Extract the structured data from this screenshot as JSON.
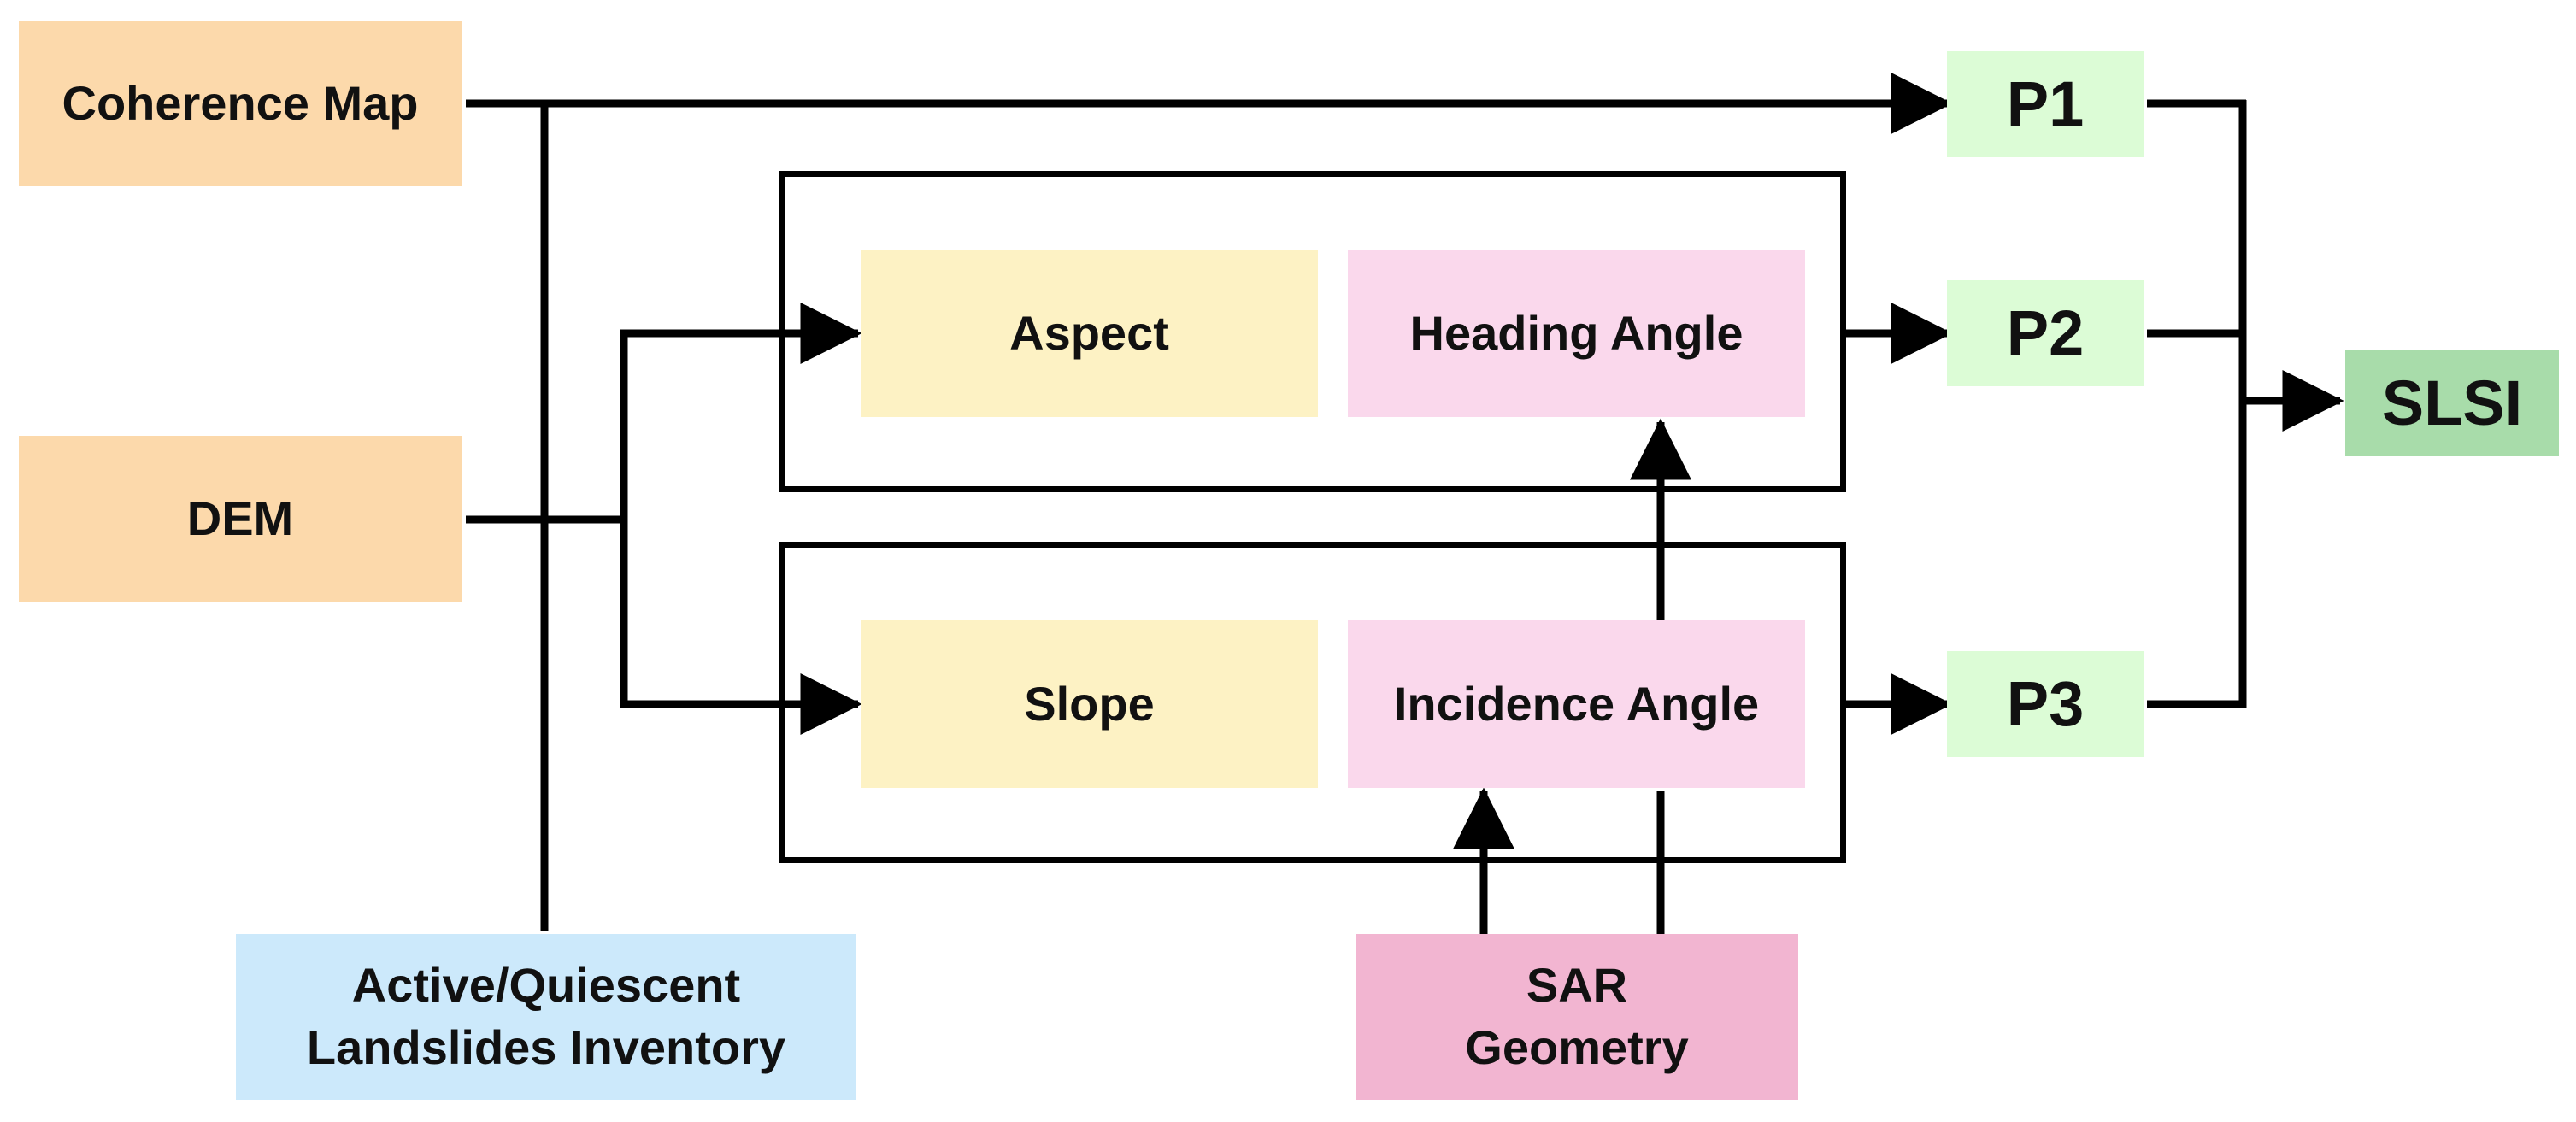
{
  "nodes": {
    "coherence_map": {
      "label": "Coherence Map",
      "color": "#fcd9ab"
    },
    "dem": {
      "label": "DEM",
      "color": "#fcd9ab"
    },
    "inventory": {
      "lines": [
        "Active/Quiescent",
        "Landslides Inventory"
      ],
      "color": "#cce9fb"
    },
    "aspect": {
      "label": "Aspect",
      "color": "#fdf2c4"
    },
    "slope": {
      "label": "Slope",
      "color": "#fdf2c4"
    },
    "heading_angle": {
      "label": "Heading Angle",
      "color": "#fad8ec"
    },
    "incidence_angle": {
      "label": "Incidence Angle",
      "color": "#fad8ec"
    },
    "sar_geometry": {
      "lines": [
        "SAR",
        "Geometry"
      ],
      "color": "#f2b5d1"
    },
    "p1": {
      "label": "P1",
      "color": "#dcfcd6"
    },
    "p2": {
      "label": "P2",
      "color": "#dcfcd6"
    },
    "p3": {
      "label": "P3",
      "color": "#dcfcd6"
    },
    "slsi": {
      "label": "SLSI",
      "color": "#a8dcaa"
    }
  },
  "line_color": "#000000"
}
